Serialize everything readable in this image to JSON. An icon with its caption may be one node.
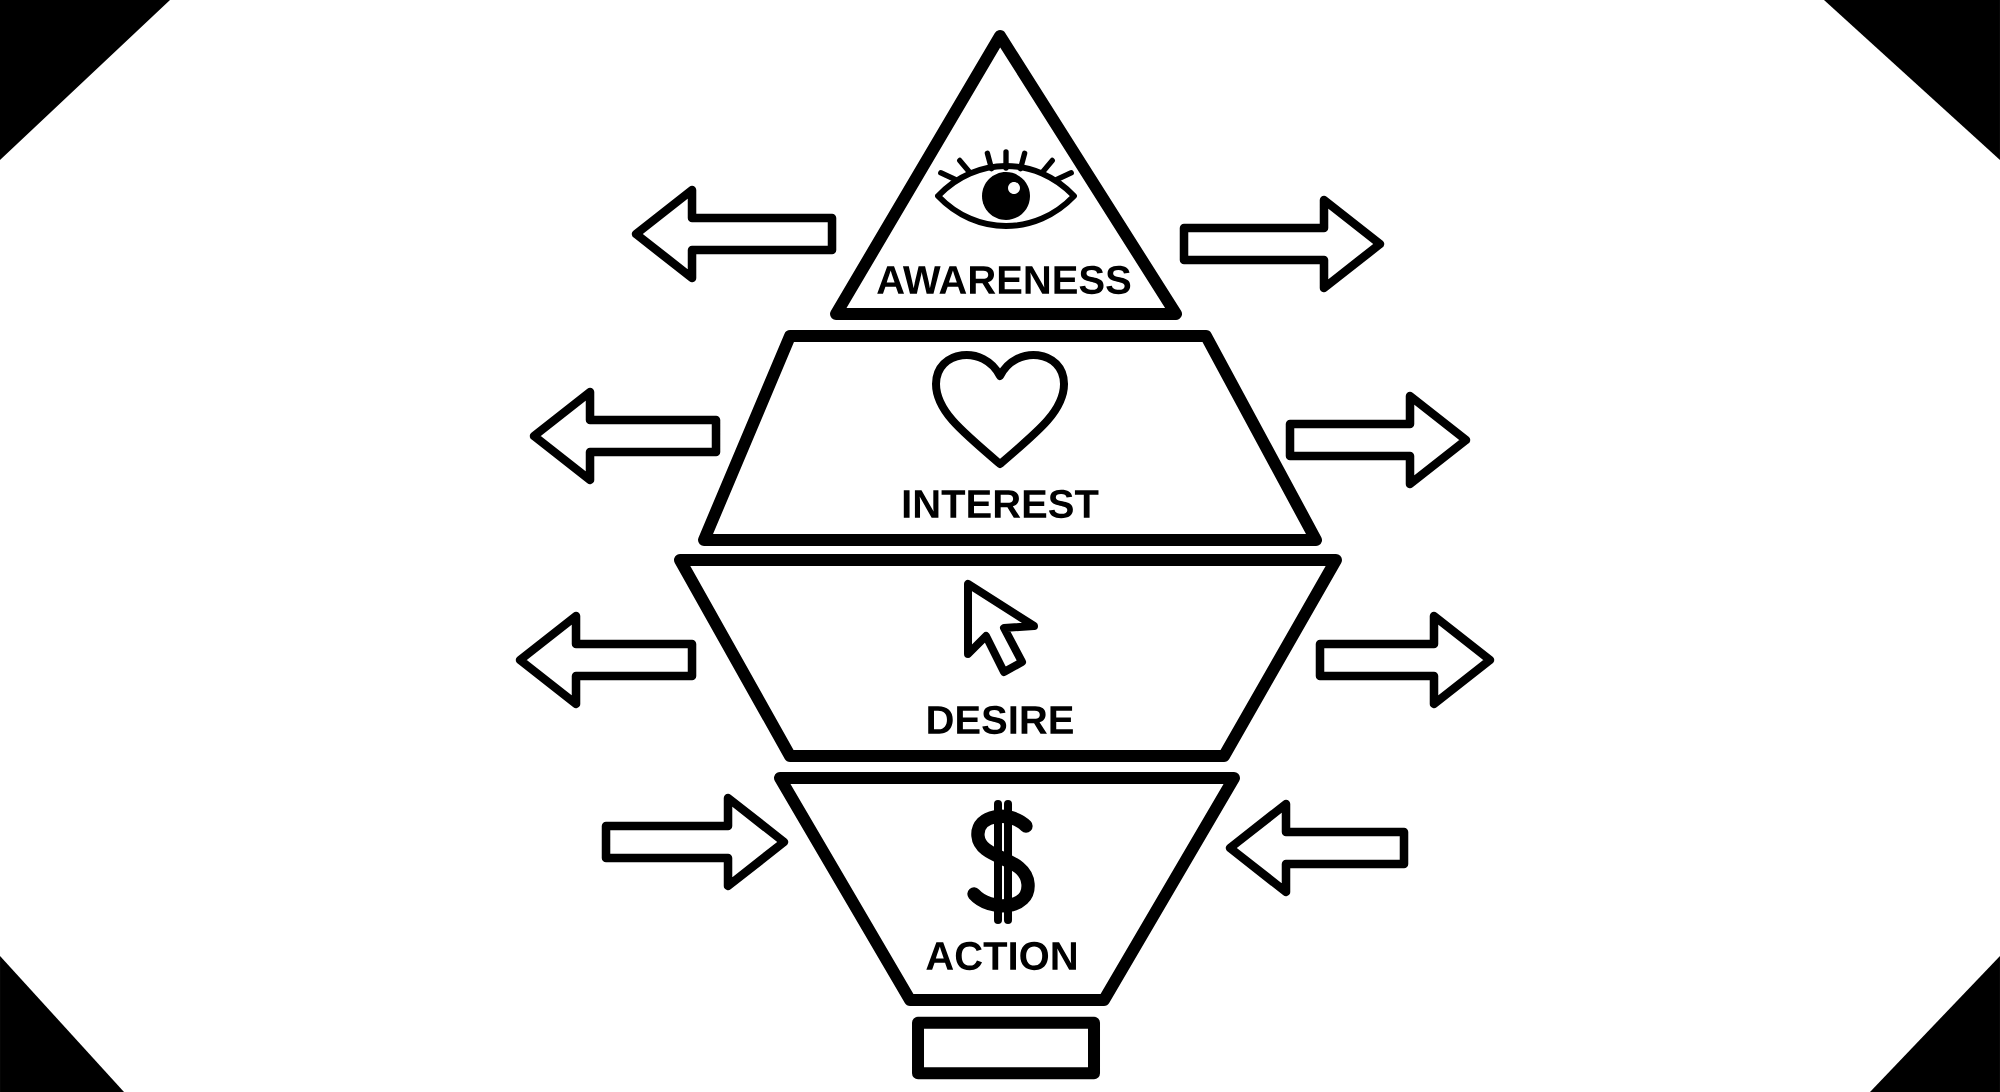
{
  "diagram": {
    "nodes": [
      {
        "text": [
          "AWARENESS"
        ]
      },
      {
        "text": [
          "INTEREST"
        ]
      },
      {
        "text": [
          "DESIRE"
        ]
      },
      {
        "text": [
          "ACTION"
        ]
      },
      {
        "text": [],
        "shape": "box"
      }
    ]
  }
}
